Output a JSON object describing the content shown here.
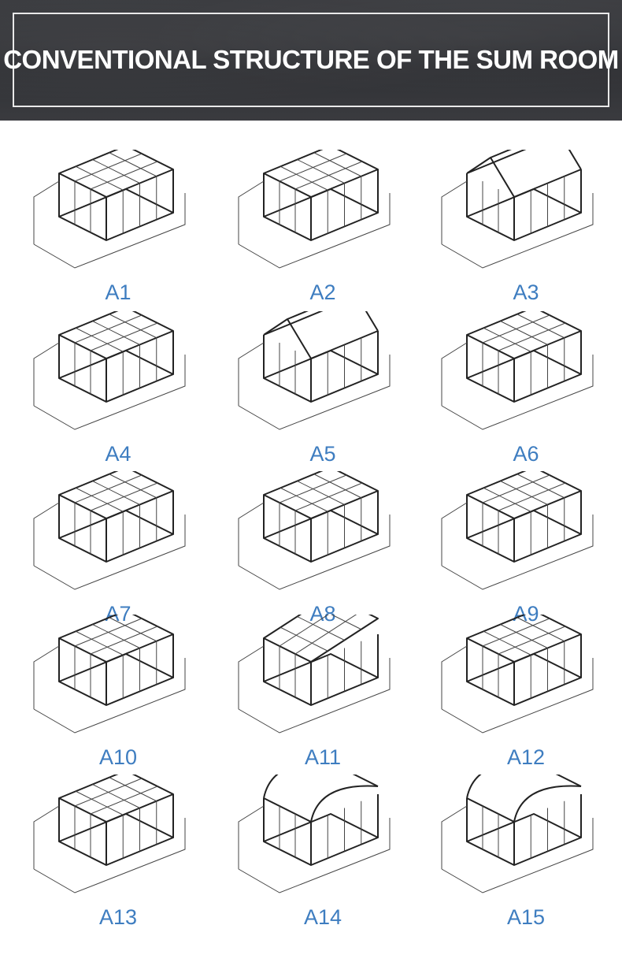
{
  "banner": {
    "title": "CONVENTIONAL STRUCTURE OF THE SUM ROOM"
  },
  "colors": {
    "banner_bg": "#2f3034",
    "title": "#ffffff",
    "label": "#3e7dc0",
    "line": "#222222"
  },
  "structures": [
    {
      "label": "A1",
      "icon": "lean-to-sunroom-icon"
    },
    {
      "label": "A2",
      "icon": "extended-sunroom-icon"
    },
    {
      "label": "A3",
      "icon": "gable-sunroom-icon"
    },
    {
      "label": "A4",
      "icon": "sloped-sunroom-icon"
    },
    {
      "label": "A5",
      "icon": "gable-sunroom-icon"
    },
    {
      "label": "A6",
      "icon": "l-shaped-sunroom-icon"
    },
    {
      "label": "A7",
      "icon": "corner-sunroom-icon"
    },
    {
      "label": "A8",
      "icon": "corner-sunroom-icon"
    },
    {
      "label": "A9",
      "icon": "l-shaped-sunroom-icon"
    },
    {
      "label": "A10",
      "icon": "l-shaped-sunroom-icon"
    },
    {
      "label": "A11",
      "icon": "hip-roof-sunroom-icon"
    },
    {
      "label": "A12",
      "icon": "sloped-sunroom-icon"
    },
    {
      "label": "A13",
      "icon": "box-sunroom-icon"
    },
    {
      "label": "A14",
      "icon": "curved-roof-sunroom-icon"
    },
    {
      "label": "A15",
      "icon": "curved-roof-sunroom-icon"
    }
  ]
}
